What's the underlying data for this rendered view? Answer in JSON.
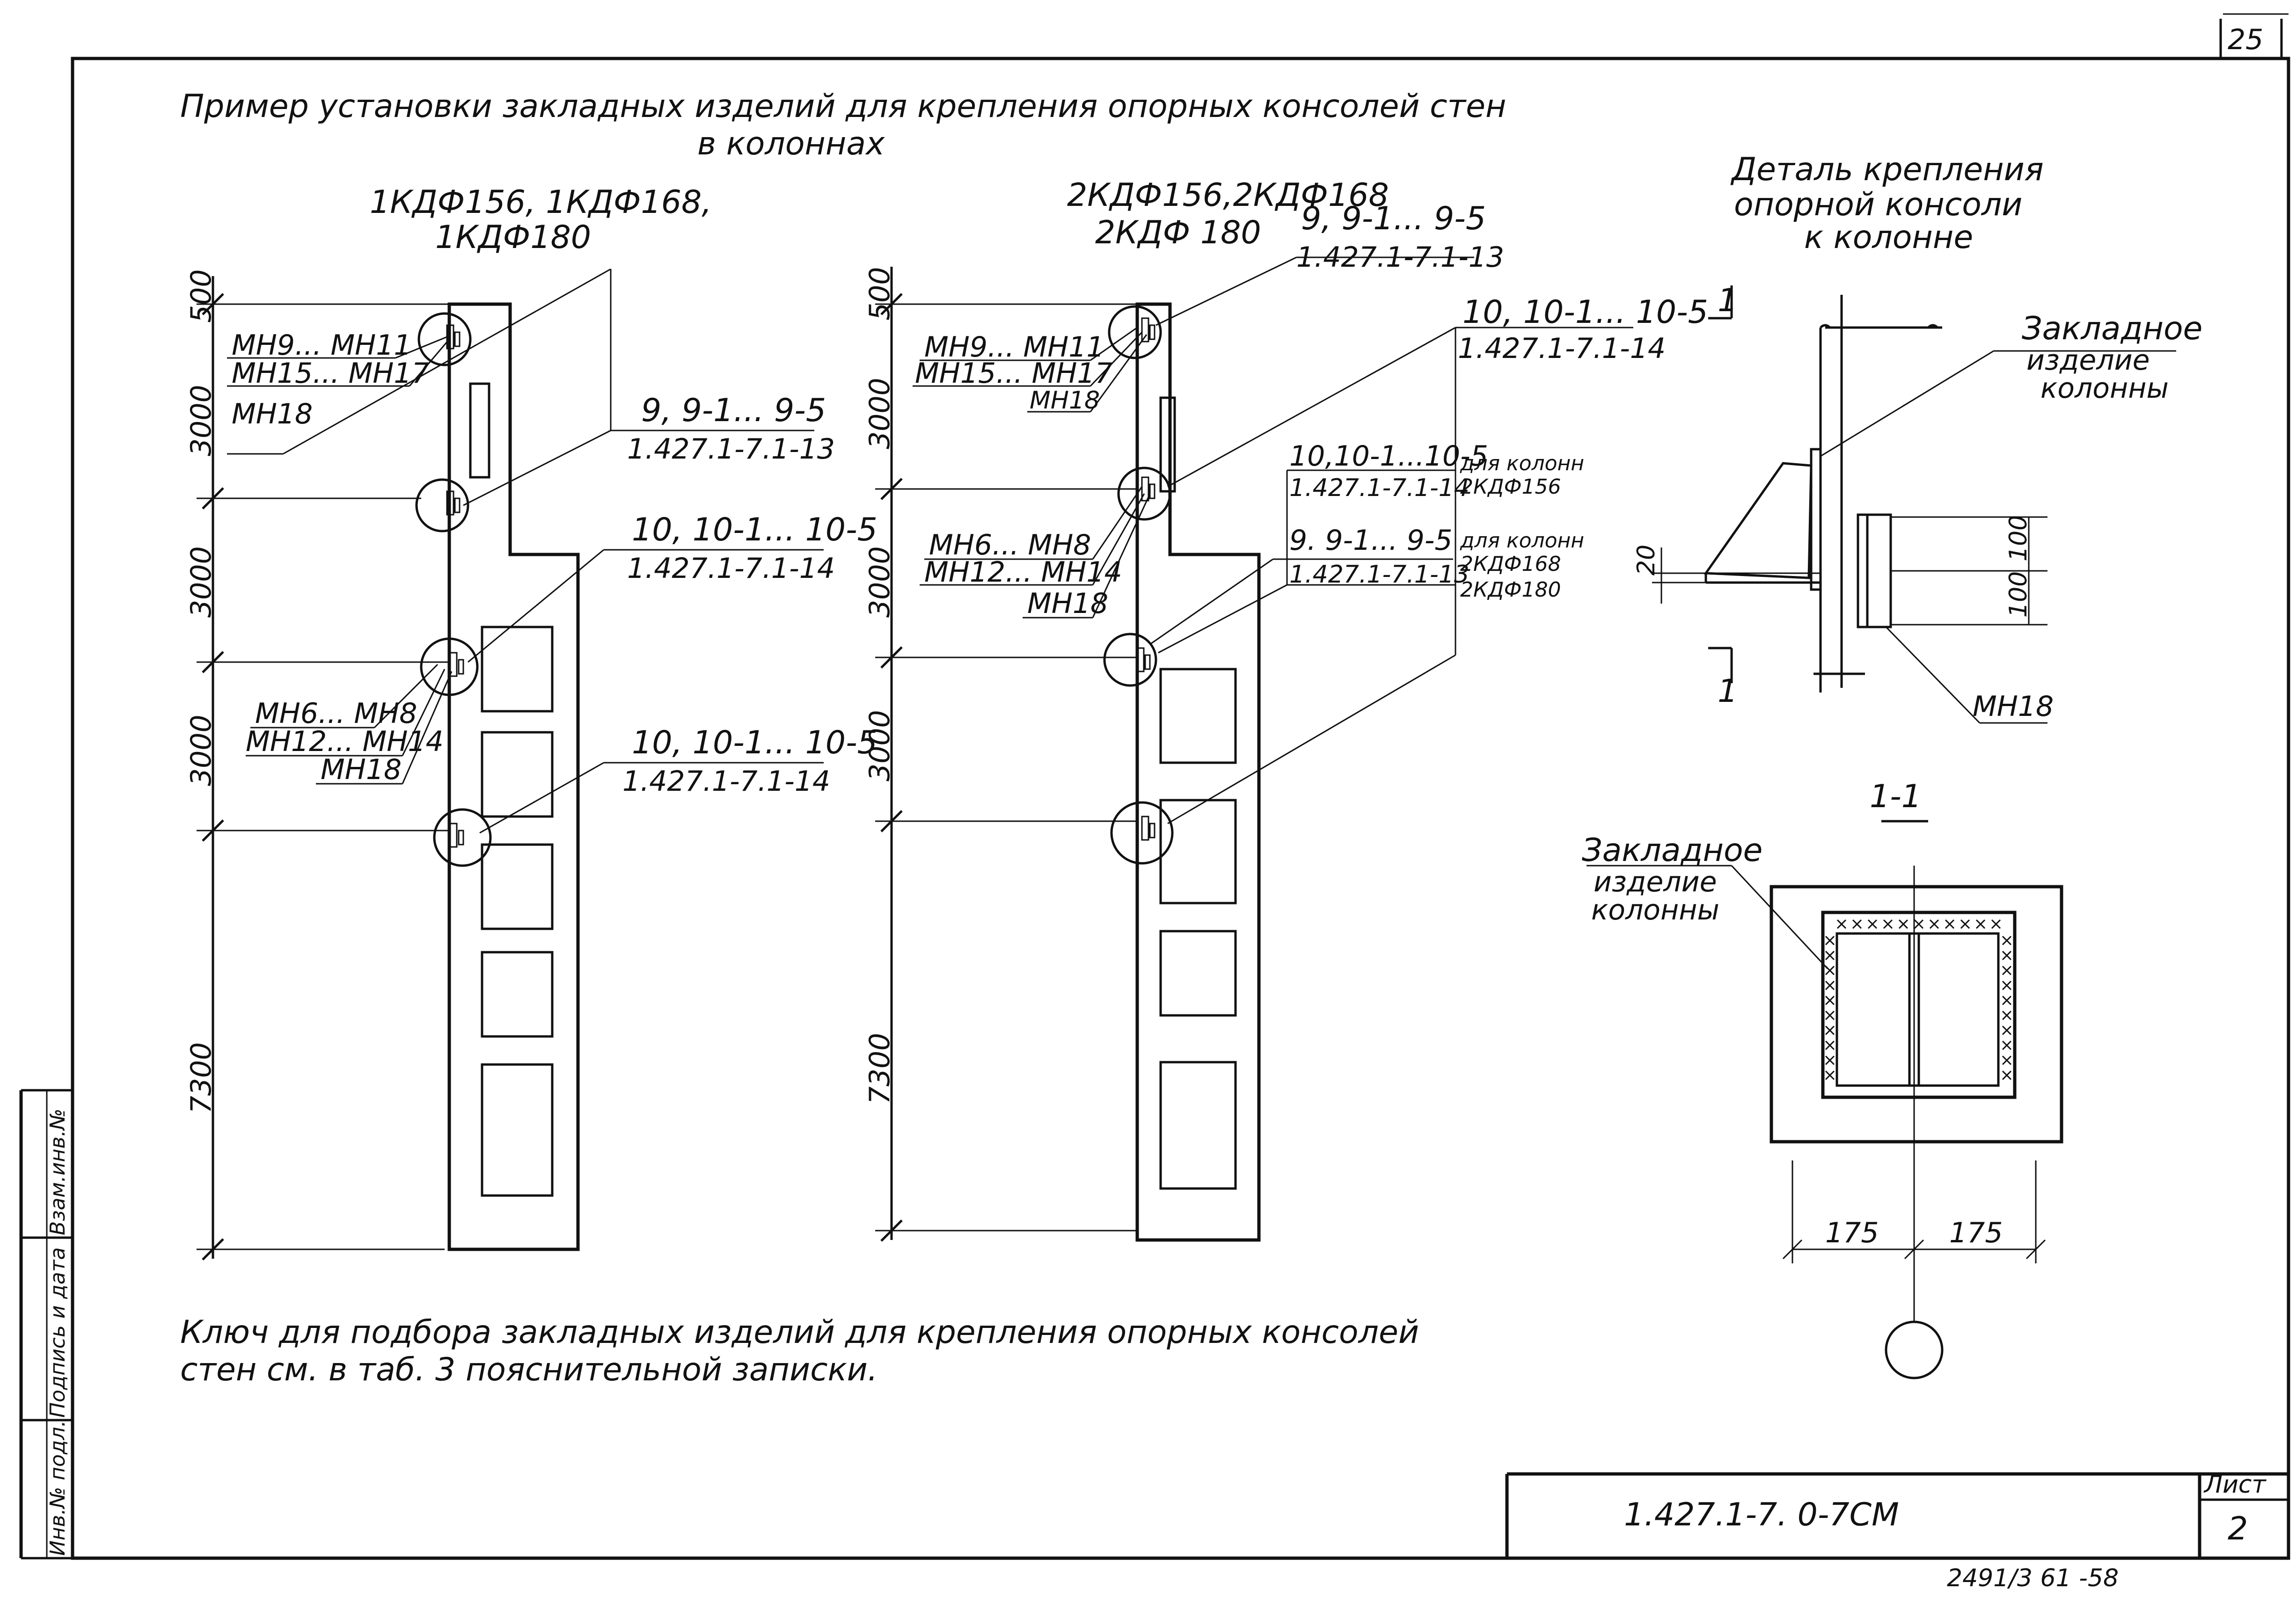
{
  "sheet": {
    "corner_number": "25",
    "title_line1": "Пример установки закладных изделий для крепления опорных консолей стен",
    "title_line2": "в колоннах",
    "note_line1": "Ключ для подбора закладных изделий для крепления опорных консолей",
    "note_line2": "стен см. в таб. 3 пояснительной записки.",
    "doc_code": "1.427.1-7. 0-7СМ",
    "sheet_label": "Лист",
    "sheet_number": "2",
    "bottom_stamp": "2491/3  61  -58",
    "side_stamp": {
      "inv_orig": "Инв.№ подл.",
      "sign_date": "Подпись и дата",
      "inv_dup": "Взам.инв.№"
    }
  },
  "column1": {
    "title_line1": "1КДФ156, 1КДФ168,",
    "title_line2": "1КДФ180",
    "dims": [
      "500",
      "3000",
      "3000",
      "3000",
      "7300"
    ],
    "label_a": [
      "МН9... МН11",
      "МН15... МН17",
      "МН18"
    ],
    "label_b": [
      "МН6... МН8",
      "МН12... МН14",
      "МН18"
    ],
    "ref_top": [
      "9, 9-1... 9-5",
      "1.427.1-7.1-13"
    ],
    "ref_mid": [
      "10, 10-1... 10-5",
      "1.427.1-7.1-14"
    ],
    "ref_low": [
      "10, 10-1... 10-5",
      "1.427.1-7.1-14"
    ]
  },
  "column2": {
    "title_line1": "2КДФ156,2КДФ168",
    "title_line2": "2КДФ 180",
    "dims": [
      "500",
      "3000",
      "3000",
      "3000",
      "7300"
    ],
    "label_a": [
      "МН9... МН11",
      "МН15... МН17",
      "МН18"
    ],
    "label_b": [
      "МН6... МН8",
      "МН12... МН14",
      "МН18"
    ],
    "ref_top": [
      "9, 9-1... 9-5",
      "1.427.1-7.1-13"
    ],
    "ref_right": [
      "10, 10-1... 10-5",
      "1.427.1-7.1-14"
    ],
    "ref_mid": [
      "10,10-1...10-5",
      "1.427.1-7.1-14"
    ],
    "ref_mid_note": [
      "для колонн",
      "2КДФ156"
    ],
    "ref_low": [
      "9. 9-1... 9-5",
      "1.427.1-7.1-13"
    ],
    "ref_low_note": [
      "для колонн",
      "2КДФ168",
      "2КДФ180"
    ]
  },
  "detail": {
    "title": [
      "Деталь крепления",
      "опорной консоли",
      "к колонне"
    ],
    "embed_label": [
      "Закладное",
      "изделие",
      "колонны"
    ],
    "cut_mark": "1",
    "dim_20": "20",
    "dim_100a": "100",
    "dim_100b": "100",
    "mh_label": "МН18"
  },
  "section": {
    "title": "1-1",
    "embed_label": [
      "Закладное",
      "изделие",
      "колонны"
    ],
    "dim_left": "175",
    "dim_right": "175"
  }
}
